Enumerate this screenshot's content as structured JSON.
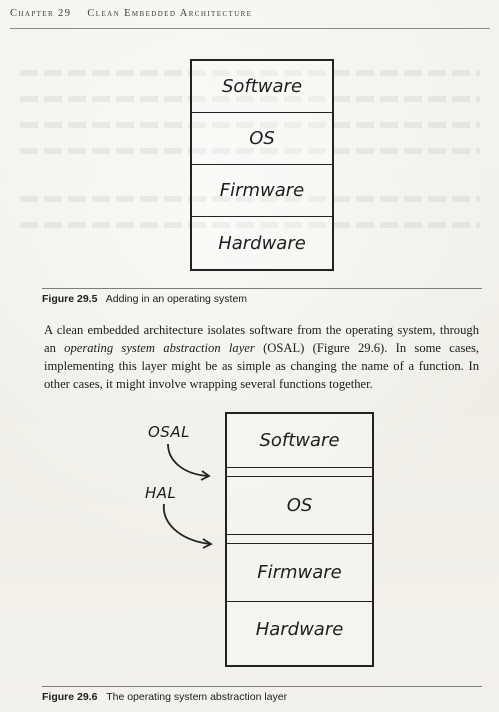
{
  "header": {
    "chapter": "Chapter 29",
    "title": "Clean Embedded Architecture"
  },
  "figure_29_5": {
    "layers": [
      "Software",
      "OS",
      "Firmware",
      "Hardware"
    ],
    "caption_number": "Figure 29.5",
    "caption_text": "Adding in an operating system"
  },
  "paragraph": {
    "part1": "A clean embedded architecture isolates software from the operating system, through an ",
    "italic": "operating system abstraction layer",
    "part2": " (OSAL) (Figure 29.6). In some cases, implementing this layer might be as simple as changing the name of a function. In other cases, it might involve wrapping several functions together."
  },
  "figure_29_6": {
    "layers": [
      "Software",
      "OS",
      "Firmware",
      "Hardware"
    ],
    "labels": {
      "osal": "OSAL",
      "hal": "HAL"
    },
    "caption_number": "Figure 29.6",
    "caption_text": "The operating system abstraction layer"
  }
}
